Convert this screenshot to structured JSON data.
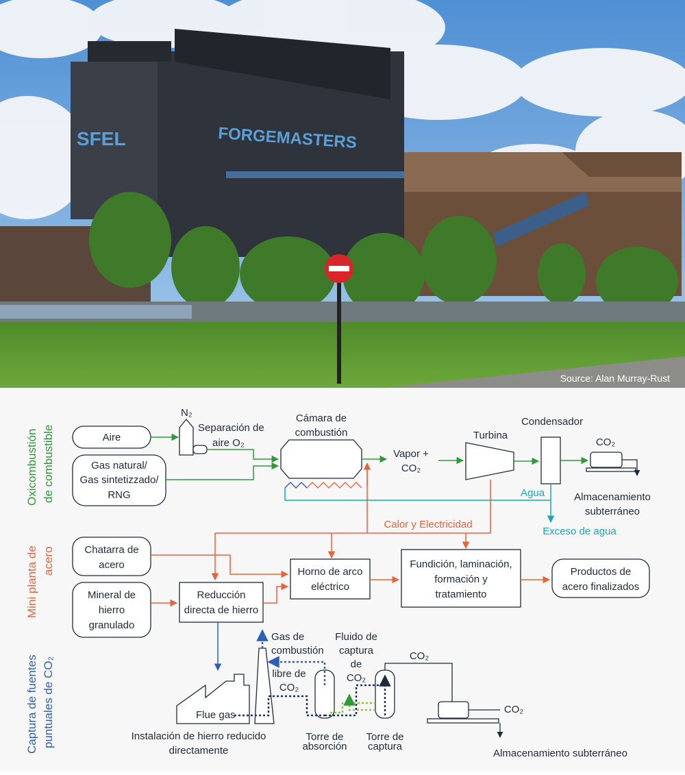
{
  "photo": {
    "building_signs": [
      "SFEL",
      "FORGEMASTERS"
    ],
    "source": "Source: Alan Murray-Rust"
  },
  "sections": {
    "oxy": [
      "Oxicombustión",
      "de combustible"
    ],
    "mini": [
      "Mini planta de",
      "acero"
    ],
    "capture": [
      "Captura de fuentes",
      "puntuales de CO₂"
    ]
  },
  "oxy": {
    "n2": "N₂",
    "aire": "Aire",
    "gas_lines": [
      "Gas natural/",
      "Gas sintetizzado/",
      "RNG"
    ],
    "separacion": [
      "Separación de",
      "aire O₂"
    ],
    "camara": [
      "Cámara de",
      "combustión"
    ],
    "vapor": [
      "Vapor +",
      "CO₂"
    ],
    "turbina": "Turbina",
    "condensador": "Condensador",
    "co2": "CO₂",
    "agua": "Agua",
    "almacenamiento": [
      "Almacenamiento",
      "subterráneo"
    ],
    "exceso": "Exceso de agua",
    "calor": "Calor y Electricidad"
  },
  "mini": {
    "chatarra": [
      "Chatarra de",
      "acero"
    ],
    "mineral": [
      "Mineral de",
      "hierro",
      "granulado"
    ],
    "reduccion": [
      "Reducción",
      "directa de hierro"
    ],
    "horno": [
      "Horno de arco",
      "eléctrico"
    ],
    "fundicion": [
      "Fundición, laminación,",
      "formación y",
      "tratamiento"
    ],
    "productos": [
      "Productos de",
      "acero finalizados"
    ]
  },
  "capture": {
    "gas_combustion": [
      "Gas de",
      "combustión",
      "libre de",
      "CO₂"
    ],
    "fluido": [
      "Fluido de",
      "captura",
      "de",
      "CO₂"
    ],
    "co2_top": "CO₂",
    "co2_right": "CO₂",
    "flue_gas": "Flue gas",
    "instalacion": [
      "Instalación de hierro reducido",
      "directamente"
    ],
    "torre_abs": [
      "Torre de",
      "absorción"
    ],
    "torre_cap": [
      "Torre de",
      "captura"
    ],
    "almacenamiento": "Almacenamiento subterráneo"
  },
  "colors": {
    "green": "#2e9a3a",
    "orange": "#e8623a",
    "blue": "#2e5fb8",
    "teal": "#1aa6b7",
    "lightgreen": "#8cc63f",
    "navy": "#1b2f6b",
    "ink": "#1f2a3a"
  }
}
